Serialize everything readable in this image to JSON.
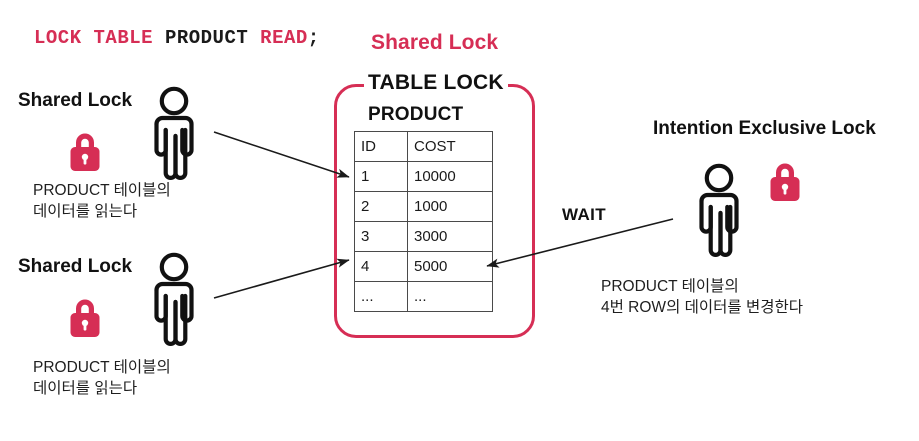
{
  "sql": {
    "keyword_lock": "LOCK",
    "keyword_table": "TABLE",
    "object": "PRODUCT",
    "keyword_read": "READ",
    "terminator": ";"
  },
  "table_lock_box": {
    "shared_lock_title": "Shared Lock",
    "legend": "TABLE LOCK",
    "table_caption": "PRODUCT"
  },
  "product_table": {
    "headers": [
      "ID",
      "COST"
    ],
    "rows": [
      [
        "1",
        "10000"
      ],
      [
        "2",
        "1000"
      ],
      [
        "3",
        "3000"
      ],
      [
        "4",
        "5000"
      ],
      [
        "...",
        "..."
      ]
    ]
  },
  "actors": {
    "left_top": {
      "title": "Shared Lock",
      "lock_icon": "padlock-icon",
      "person_icon": "person-icon",
      "description": "PRODUCT 테이블의\n데이터를 읽는다"
    },
    "left_bottom": {
      "title": "Shared Lock",
      "lock_icon": "padlock-icon",
      "person_icon": "person-icon",
      "description": "PRODUCT 테이블의\n데이터를 읽는다"
    },
    "right": {
      "title": "Intention Exclusive Lock",
      "lock_icon": "padlock-icon",
      "person_icon": "person-icon",
      "description": "PRODUCT 테이블의\n4번 ROW의 데이터를 변경한다"
    }
  },
  "annotations": {
    "wait_label": "WAIT"
  },
  "colors": {
    "accent_pink": "#d62e55",
    "text_dark": "#111111",
    "table_border": "#4a4a4a",
    "arrow": "#1a1a1a"
  }
}
